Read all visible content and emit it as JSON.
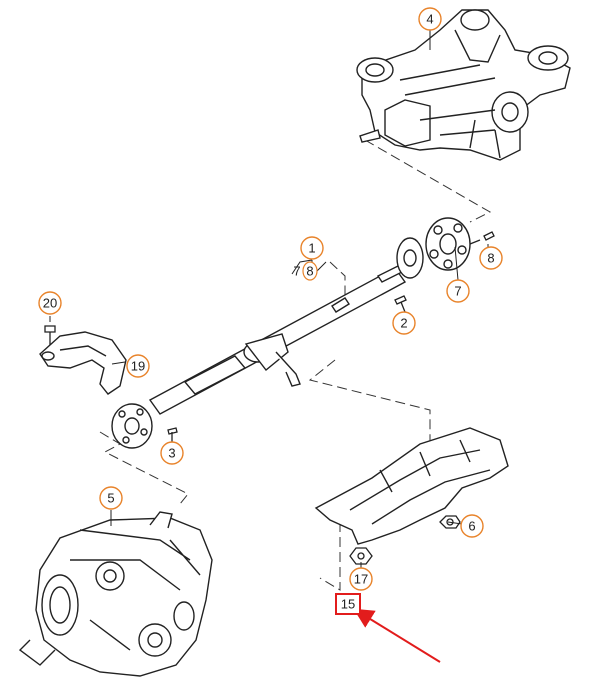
{
  "diagram": {
    "accent_color": "#e8832a",
    "highlight_color": "#e21c1c",
    "callouts": [
      {
        "id": "c1",
        "label": "1"
      },
      {
        "id": "c2",
        "label": "2"
      },
      {
        "id": "c3",
        "label": "3"
      },
      {
        "id": "c4",
        "label": "4"
      },
      {
        "id": "c5",
        "label": "5"
      },
      {
        "id": "c6",
        "label": "6"
      },
      {
        "id": "c7",
        "label": "7"
      },
      {
        "id": "c8",
        "label": "8"
      },
      {
        "id": "c17",
        "label": "17"
      },
      {
        "id": "c19",
        "label": "19"
      },
      {
        "id": "c20",
        "label": "20"
      }
    ],
    "inline_labels": {
      "seven": "7",
      "eight": "8"
    },
    "highlighted": {
      "label": "15"
    }
  }
}
